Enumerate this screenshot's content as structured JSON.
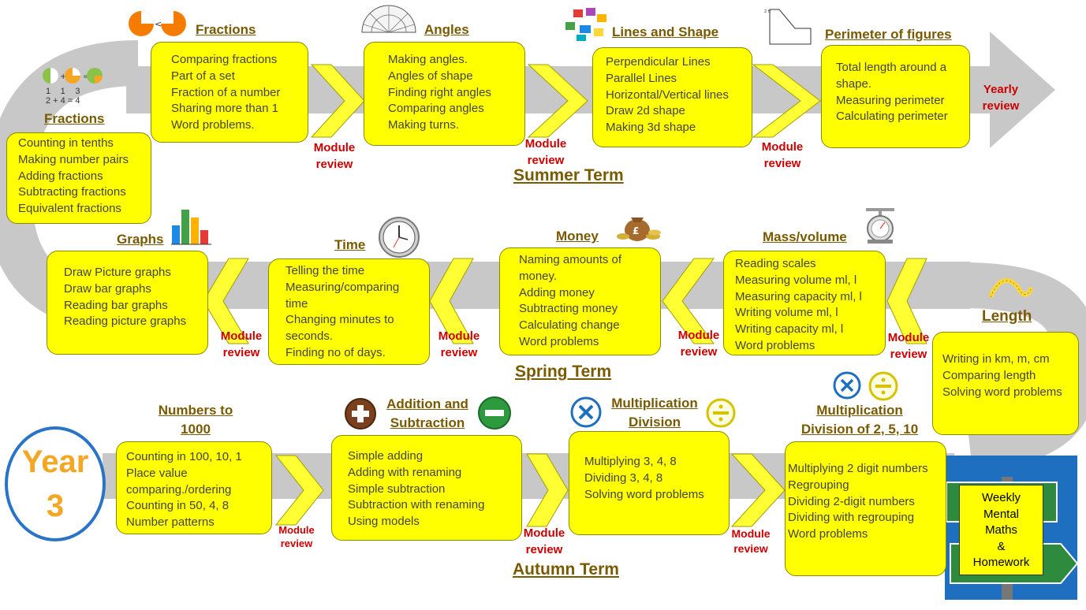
{
  "year": {
    "label": "Year",
    "number": "3"
  },
  "terms": {
    "summer": "Summer Term",
    "spring": "Spring Term",
    "autumn": "Autumn Term"
  },
  "module_review": [
    "Module",
    "review"
  ],
  "yearly_review": [
    "Yearly",
    "review"
  ],
  "summer": {
    "fractions_left": {
      "title": "Fractions",
      "items": [
        "Counting in tenths",
        "Making number pairs",
        "Adding fractions",
        "Subtracting fractions",
        "Equivalent fractions"
      ]
    },
    "fractions": {
      "title": "Fractions",
      "items": [
        "Comparing fractions",
        "Part of a set",
        "Fraction of a number",
        "Sharing more than 1",
        "Word problems."
      ]
    },
    "angles": {
      "title": "Angles",
      "items": [
        "Making angles.",
        "Angles of shape",
        "Finding right angles",
        "Comparing angles",
        "Making turns."
      ]
    },
    "lines": {
      "title": "Lines and Shape",
      "items": [
        "Perpendicular Lines",
        "Parallel Lines",
        "Horizontal/Vertical lines",
        "Draw 2d shape",
        "Making 3d shape"
      ]
    },
    "perimeter": {
      "title": "Perimeter of figures",
      "items": [
        "Total length around a shape.",
        "Measuring perimeter",
        "Calculating perimeter"
      ]
    }
  },
  "spring": {
    "graphs": {
      "title": "Graphs",
      "items": [
        "Draw Picture graphs",
        "Draw bar graphs",
        "Reading bar graphs",
        "Reading picture graphs"
      ]
    },
    "time": {
      "title": "Time",
      "items": [
        "Telling the time",
        "Measuring/comparing time",
        "Changing minutes to seconds.",
        "Finding no of days."
      ]
    },
    "money": {
      "title": "Money",
      "items": [
        "Naming amounts of money.",
        "Adding money",
        "Subtracting money",
        "Calculating change",
        "Word problems"
      ]
    },
    "mass": {
      "title": "Mass/volume",
      "items": [
        "Reading scales",
        "Measuring volume ml, l",
        "Measuring capacity ml, l",
        "Writing volume ml, l",
        "Writing capacity ml, l",
        "Word problems"
      ]
    },
    "length": {
      "title": "Length",
      "items": [
        "Writing in km, m, cm",
        "Comparing length",
        "Solving word problems"
      ]
    }
  },
  "autumn": {
    "numbers": {
      "title_lines": [
        "Numbers to",
        "1000"
      ],
      "items": [
        "Counting in 100, 10, 1",
        "Place value",
        "comparing./ordering",
        "Counting in 50, 4, 8",
        "Number patterns"
      ]
    },
    "addsub": {
      "title_lines": [
        "Addition and",
        "Subtraction"
      ],
      "items": [
        "Simple adding",
        "Adding with renaming",
        "Simple subtraction",
        "Subtraction with renaming",
        "Using models"
      ]
    },
    "muldiv": {
      "title_lines": [
        "Multiplication",
        "Division"
      ],
      "items": [
        "Multiplying 3, 4, 8",
        "Dividing 3, 4, 8",
        "Solving word problems"
      ]
    },
    "muldiv2": {
      "title_lines": [
        "Multiplication",
        "Division of 2, 5, 10"
      ],
      "items": [
        "Multiplying 2 digit numbers",
        "Regrouping",
        "Dividing 2-digit numbers",
        "Dividing with regrouping",
        "Word problems"
      ]
    }
  },
  "weekly": [
    "Weekly",
    "Mental",
    "Maths",
    "&",
    "Homework"
  ],
  "fraction_equation": {
    "a": "1",
    "a_den": "2",
    "b": "1",
    "b_den": "4",
    "c": "3",
    "c_den": "4"
  },
  "money_symbol": "£",
  "colors": {
    "box": "#ffff00",
    "road": "#c8c8c8",
    "chevron": "#ffff33",
    "title": "#7a5a00",
    "review": "#cc0000",
    "year_ring": "#2a74c8",
    "year_text": "#f5a623"
  },
  "icons": [
    "pie-fraction-icon",
    "protractor-icon",
    "blocks-icon",
    "l-shape-icon",
    "bar-chart-icon",
    "clock-icon",
    "money-bag-icon",
    "scale-icon",
    "tape-measure-icon",
    "plus-icon",
    "minus-icon",
    "multiply-icon",
    "divide-icon",
    "signpost-icon"
  ]
}
